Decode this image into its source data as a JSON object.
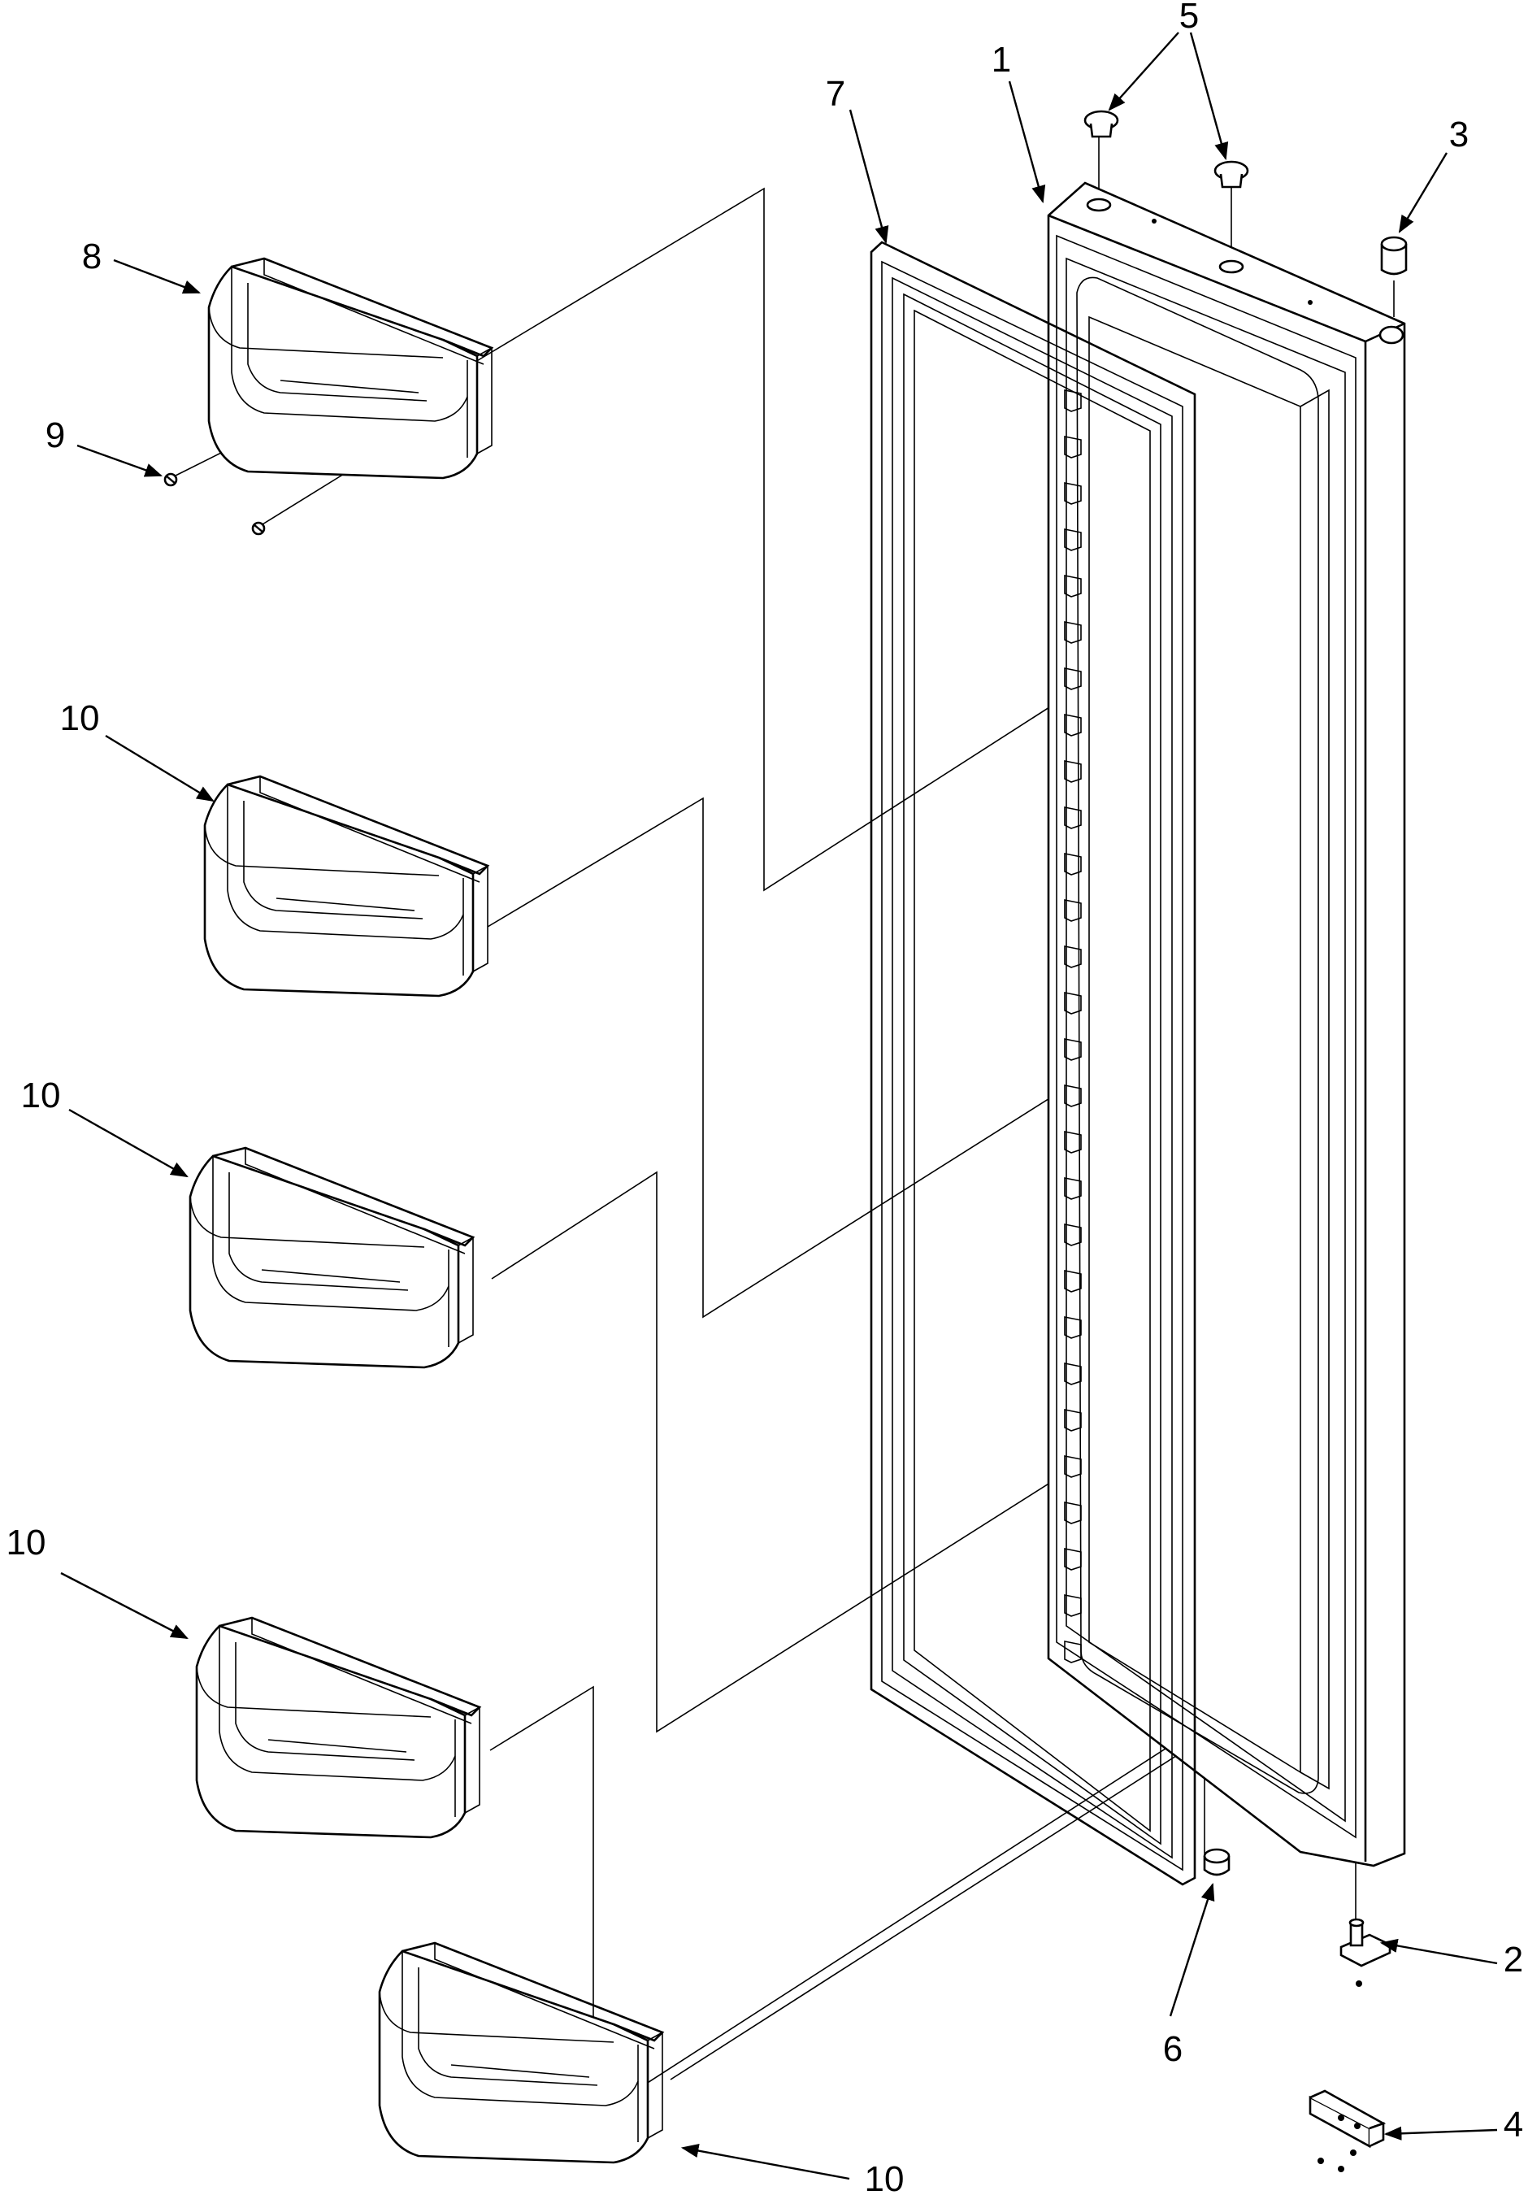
{
  "diagram": {
    "type": "exploded-parts-view",
    "callouts": {
      "door": "1",
      "hinge_bottom": "2",
      "hinge_bushing": "3",
      "hinge_bracket": "4",
      "plug_left": "5",
      "door_stop": "6",
      "gasket": "7",
      "bin_top": "8",
      "screw": "9",
      "bin_2": "10",
      "bin_3": "10",
      "bin_4": "10",
      "bin_5": "10"
    }
  }
}
